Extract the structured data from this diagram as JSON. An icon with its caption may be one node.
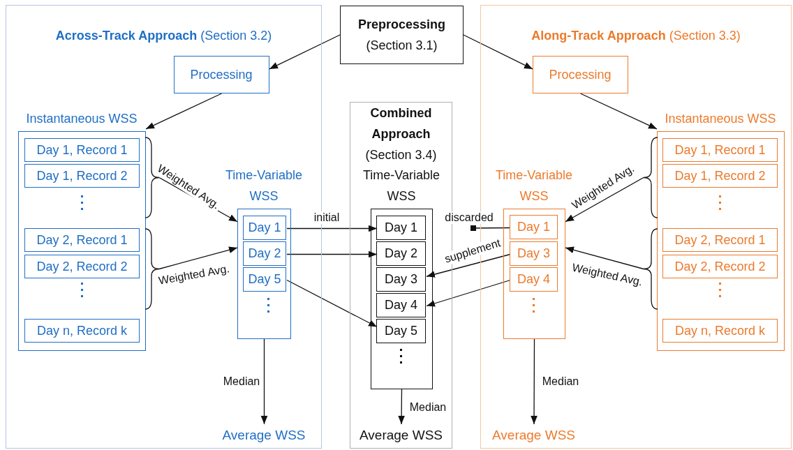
{
  "diagram": {
    "nodes": [
      {
        "text": [
          "**Across-Track Approach** (Section 3.2)"
        ]
      },
      {
        "text": [
          "Preprocessing",
          "(Section 3.1)"
        ]
      },
      {
        "text": [
          "**Along-Track Approach** (Section 3.3)"
        ]
      },
      {
        "text": [
          "Processing"
        ],
        "in": 0
      },
      {
        "text": [
          "Instantaneous WSS"
        ],
        "in": 0
      },
      {
        "text": [
          "Day 1, Record 1"
        ],
        "in": 4
      },
      {
        "text": [
          "Day 1, Record 2"
        ],
        "in": 4
      },
      {
        "text": [
          "Day 2, Record 1"
        ],
        "in": 4
      },
      {
        "text": [
          "Day 2, Record 2"
        ],
        "in": 4
      },
      {
        "text": [
          "Day n, Record k"
        ],
        "in": 4
      },
      {
        "text": [
          "Time-Variable WSS"
        ],
        "in": 0
      },
      {
        "text": [
          "Day 1"
        ],
        "in": 10
      },
      {
        "text": [
          "Day 2"
        ],
        "in": 10
      },
      {
        "text": [
          "Day 5"
        ],
        "in": 10
      },
      {
        "text": [
          "Average WSS"
        ],
        "in": 0
      },
      {
        "text": [
          "Combined Approach",
          "(Section 3.4)"
        ]
      },
      {
        "text": [
          "Time-Variable WSS"
        ],
        "in": 15
      },
      {
        "text": [
          "Day 1"
        ],
        "in": 16
      },
      {
        "text": [
          "Day 2"
        ],
        "in": 16
      },
      {
        "text": [
          "Day 3"
        ],
        "in": 16
      },
      {
        "text": [
          "Day 4"
        ],
        "in": 16
      },
      {
        "text": [
          "Day 5"
        ],
        "in": 16
      },
      {
        "text": [
          "Average WSS"
        ],
        "in": 15
      },
      {
        "text": [
          "Processing"
        ],
        "in": 2
      },
      {
        "text": [
          "Instantaneous WSS"
        ],
        "in": 2
      },
      {
        "text": [
          "Day 1, Record 1"
        ],
        "in": 24
      },
      {
        "text": [
          "Day 1, Record 2"
        ],
        "in": 24
      },
      {
        "text": [
          "Day 2, Record 1"
        ],
        "in": 24
      },
      {
        "text": [
          "Day 2, Record 2"
        ],
        "in": 24
      },
      {
        "text": [
          "Day n, Record k"
        ],
        "in": 24
      },
      {
        "text": [
          "Time-Variable WSS"
        ],
        "in": 2
      },
      {
        "text": [
          "Day 1"
        ],
        "in": 30
      },
      {
        "text": [
          "Day 3"
        ],
        "in": 30
      },
      {
        "text": [
          "Day 4"
        ],
        "in": 30
      },
      {
        "text": [
          "Average WSS"
        ],
        "in": 2
      },
      {
        "text": [],
        "shape": "brace",
        "in": 0
      },
      {
        "text": [],
        "shape": "brace",
        "in": 0
      },
      {
        "text": [],
        "shape": "brace",
        "in": 2
      },
      {
        "text": [],
        "shape": "brace",
        "in": 2
      }
    ],
    "edges": [
      {
        "from": 1,
        "to": 3,
        "arrow": "to"
      },
      {
        "from": 1,
        "to": 23,
        "arrow": "to"
      },
      {
        "from": 3,
        "to": 4,
        "arrow": "to"
      },
      {
        "from": 23,
        "to": 24,
        "arrow": "to"
      },
      {
        "from": 35,
        "to": 10,
        "arrow": "to",
        "label": "Weighted Avg."
      },
      {
        "from": 36,
        "to": 10,
        "arrow": "to",
        "label": "Weighted Avg."
      },
      {
        "from": 11,
        "to": 17,
        "arrow": "to",
        "label": "initial"
      },
      {
        "from": 12,
        "to": 18,
        "arrow": "to"
      },
      {
        "from": 13,
        "to": 21,
        "arrow": "to"
      },
      {
        "from": 10,
        "to": 14,
        "arrow": "to",
        "label": "Median"
      },
      {
        "from": 16,
        "to": 22,
        "arrow": "to",
        "label": "Median"
      },
      {
        "from": 31,
        "to": null,
        "arrow": "other",
        "label": "discarded"
      },
      {
        "from": 32,
        "to": 19,
        "arrow": "to",
        "label": "supplement"
      },
      {
        "from": 33,
        "to": 20,
        "arrow": "to"
      },
      {
        "from": 37,
        "to": 30,
        "arrow": "to",
        "label": "Weighted Avg."
      },
      {
        "from": 38,
        "to": 30,
        "arrow": "to",
        "label": "Weighted Avg."
      },
      {
        "from": 30,
        "to": 34,
        "arrow": "to",
        "label": "Median"
      }
    ]
  }
}
